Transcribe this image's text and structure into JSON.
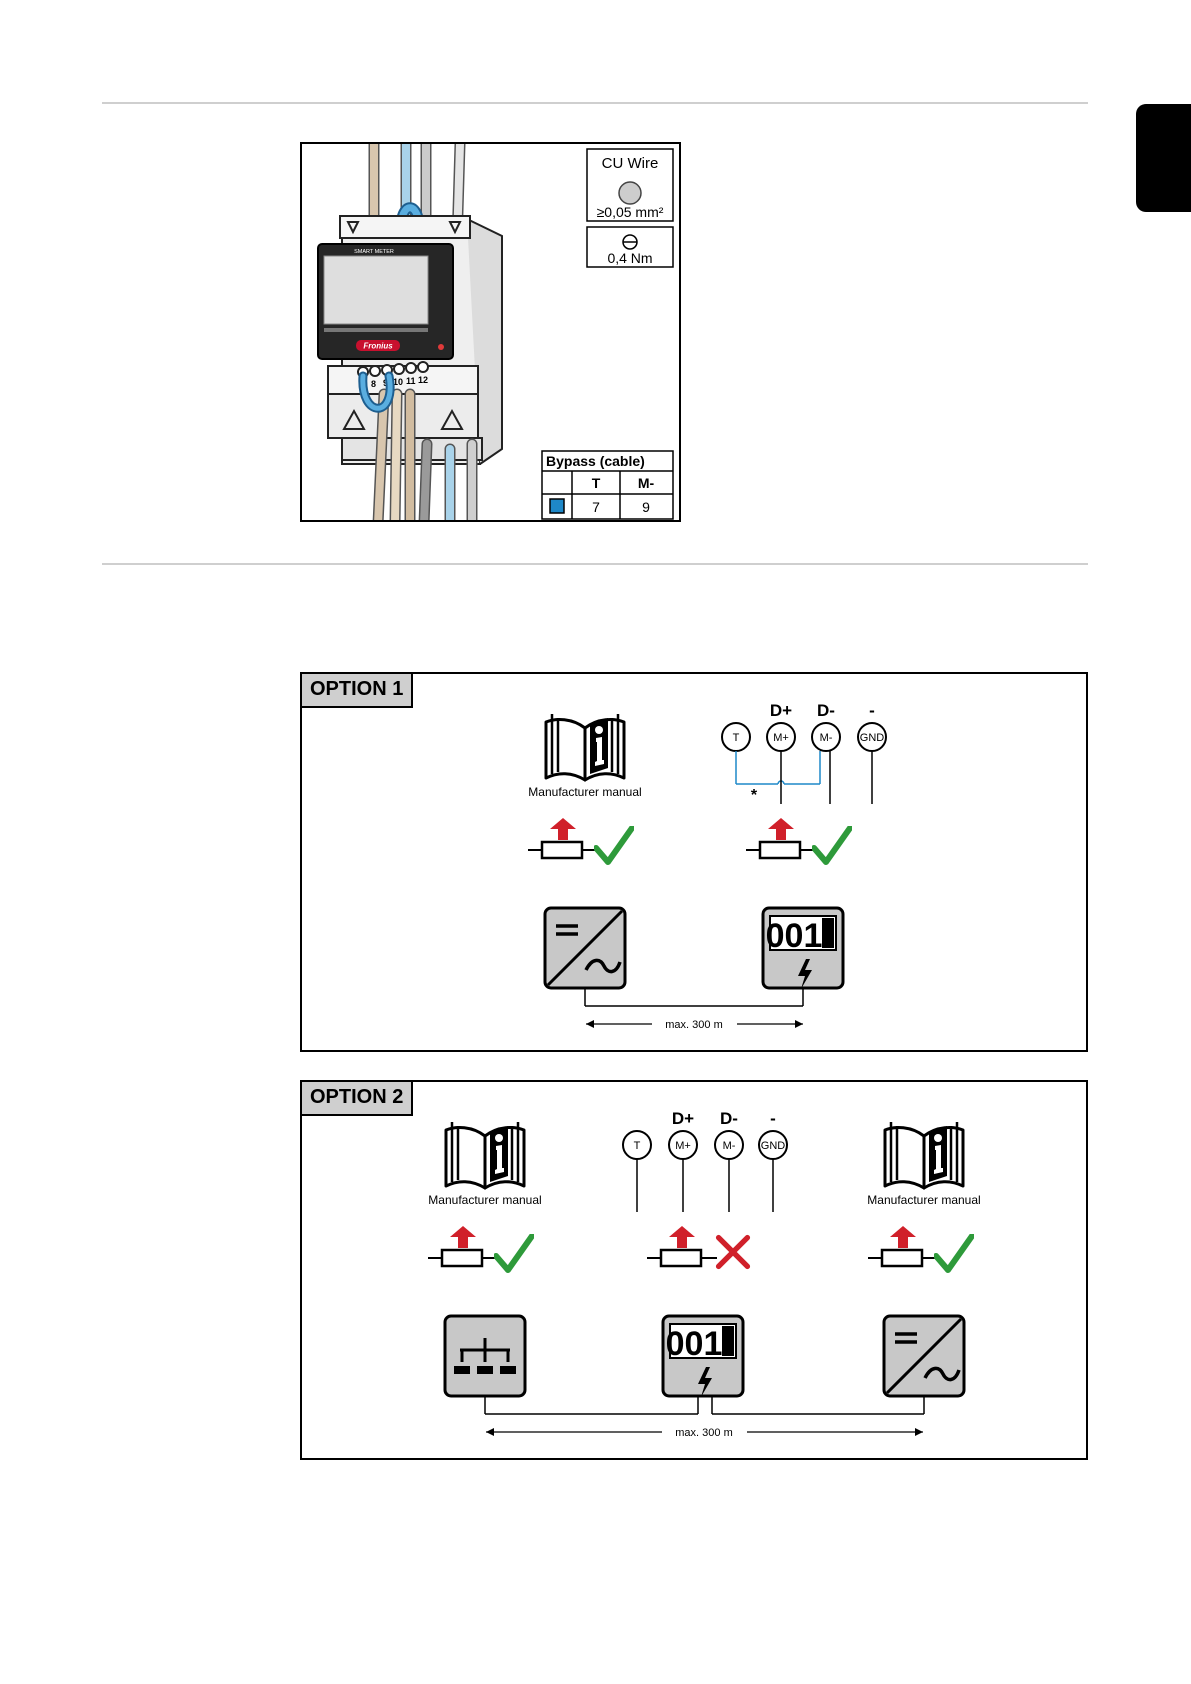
{
  "figure1": {
    "wire_box": {
      "title": "CU Wire",
      "size": "≥0,05 mm²"
    },
    "torque": "0,4 Nm",
    "device_label": "SMART METER",
    "brand": "Fronius",
    "terminals": [
      "7",
      "8",
      "9",
      "10",
      "11",
      "12"
    ],
    "bypass": {
      "title": "Bypass (cable)",
      "headers": [
        "",
        "T",
        "M-"
      ],
      "row": [
        "",
        "7",
        "9"
      ],
      "swatch_color": "#1e88c8"
    }
  },
  "option1": {
    "label": "OPTION 1",
    "manual_caption": "Manufacturer manual",
    "pins": [
      "T",
      "M+",
      "M-",
      "GND"
    ],
    "pin_labels": [
      "",
      "D+",
      "D-",
      "-"
    ],
    "asterisk": "*",
    "distance": "max. 300 m",
    "meter_digits": "001",
    "results": [
      "ok",
      "ok"
    ]
  },
  "option2": {
    "label": "OPTION 2",
    "manual_caption_left": "Manufacturer manual",
    "manual_caption_right": "Manufacturer manual",
    "pins": [
      "T",
      "M+",
      "M-",
      "GND"
    ],
    "pin_labels": [
      "",
      "D+",
      "D-",
      "-"
    ],
    "distance": "max. 300 m",
    "meter_digits": "001",
    "results": [
      "ok",
      "not-ok",
      "ok"
    ]
  },
  "colors": {
    "check": "#2e9a3a",
    "cross": "#d0202a",
    "arrow": "#d0202a",
    "bridge": "#1e88c8",
    "device": "#c8c8c8"
  }
}
